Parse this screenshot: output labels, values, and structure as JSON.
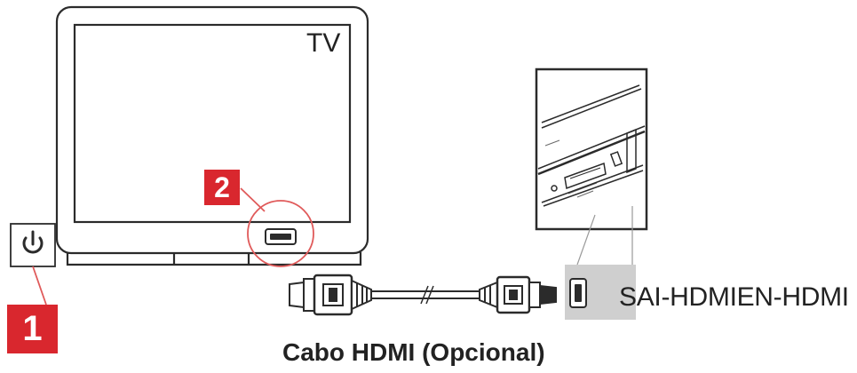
{
  "labels": {
    "tv": "TV",
    "port": "SAI-HDMIEN-HDMI",
    "cable_caption": "Cabo HDMI (Opcional)"
  },
  "steps": [
    {
      "number": "1"
    },
    {
      "number": "2"
    }
  ],
  "colors": {
    "line": "#2b2b2b",
    "step_badge": "#d9272e",
    "highlight_circle": "#e05a5a",
    "port_panel": "#cfcfcf",
    "background": "#ffffff"
  },
  "icons": {
    "power": "power-icon",
    "hdmi_port": "hdmi-port-icon",
    "hdmi_connector": "hdmi-connector-icon"
  }
}
